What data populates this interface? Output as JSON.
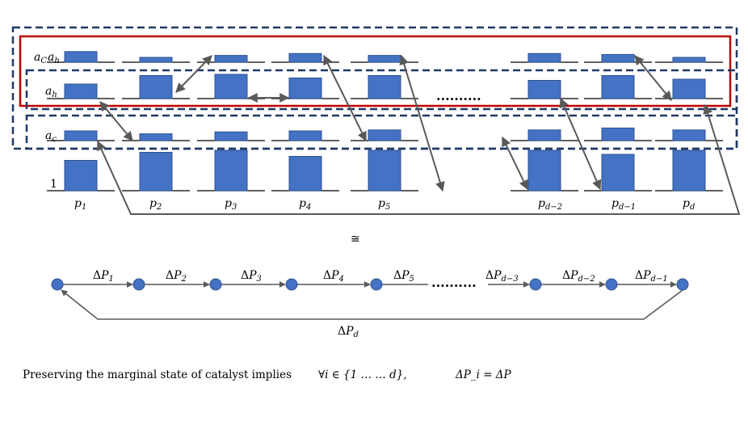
{
  "labels": {
    "row_ac_ah": "a_C a_h",
    "row_ah": "a_h",
    "row_ac": "a_c",
    "row_one": "1",
    "ellipsis_top": "..........",
    "congruent": "≅",
    "ellipsis_bottom": ".........."
  },
  "columns": [
    "p1",
    "p2",
    "p3",
    "p4",
    "p5",
    "pd−2",
    "pd−1",
    "pd"
  ],
  "column_labels": [
    {
      "base": "p",
      "sub": "1"
    },
    {
      "base": "p",
      "sub": "2"
    },
    {
      "base": "p",
      "sub": "3"
    },
    {
      "base": "p",
      "sub": "4"
    },
    {
      "base": "p",
      "sub": "5"
    },
    {
      "base": "p",
      "sub": "d−2"
    },
    {
      "base": "p",
      "sub": "d−1"
    },
    {
      "base": "p",
      "sub": "d"
    }
  ],
  "bar_levels": {
    "row_acah": [
      0.55,
      0.25,
      0.35,
      0.45,
      0.35,
      0.45,
      0.4,
      0.25
    ],
    "row_ah": [
      0.6,
      0.95,
      1.0,
      0.85,
      0.95,
      0.75,
      0.95,
      0.8
    ],
    "row_ac": [
      0.5,
      0.35,
      0.45,
      0.5,
      0.55,
      0.55,
      0.65,
      0.55
    ],
    "row_one": [
      0.75,
      0.95,
      1.0,
      0.85,
      1.0,
      1.0,
      0.9,
      1.0
    ]
  },
  "cycle_edges": [
    {
      "base": "ΔP",
      "sub": "1"
    },
    {
      "base": "ΔP",
      "sub": "2"
    },
    {
      "base": "ΔP",
      "sub": "3"
    },
    {
      "base": "ΔP",
      "sub": "4"
    },
    {
      "base": "ΔP",
      "sub": "5"
    },
    {
      "base": "ΔP",
      "sub": "d−3"
    },
    {
      "base": "ΔP",
      "sub": "d−2"
    },
    {
      "base": "ΔP",
      "sub": "d−1"
    }
  ],
  "return_edge": {
    "base": "ΔP",
    "sub": "d"
  },
  "caption": {
    "text": "Preserving the marginal state of catalyst implies",
    "forall": "∀i ∈ {1 … … d},",
    "equation": "ΔP_i =  ΔP"
  },
  "colors": {
    "bar_fill": "#4472C4",
    "bar_stroke": "#2F528F",
    "red_box": "#C00000",
    "dashed_box": "#1F3864",
    "arrow": "#595959",
    "node": "#4472C4"
  }
}
